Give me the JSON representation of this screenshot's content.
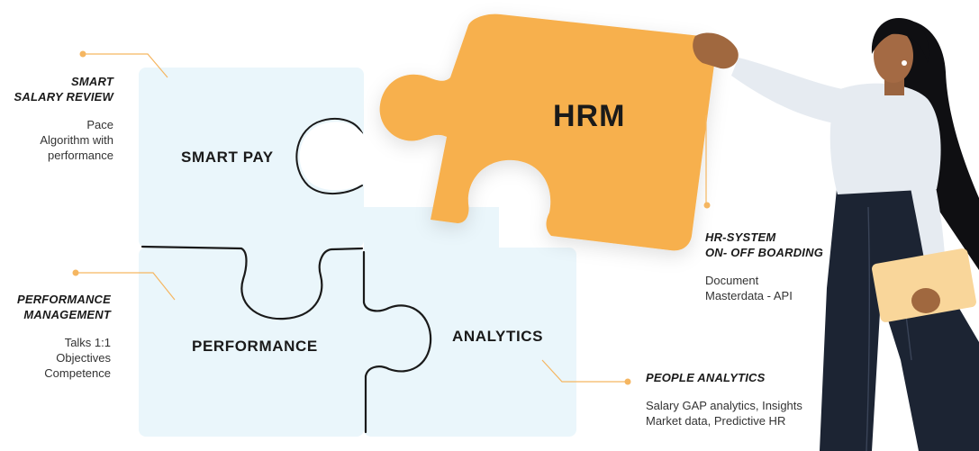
{
  "pieces": {
    "smart_pay": "SMART PAY",
    "performance": "PERFORMANCE",
    "analytics": "ANALYTICS",
    "hrm": "HRM"
  },
  "callouts": {
    "salary_review": {
      "heading_line1": "SMART",
      "heading_line2": "SALARY REVIEW",
      "body_line1": "Pace",
      "body_line2": "Algorithm with",
      "body_line3": "performance"
    },
    "performance_management": {
      "heading_line1": "PERFORMANCE",
      "heading_line2": "MANAGEMENT",
      "body_line1": "Talks 1:1",
      "body_line2": "Objectives",
      "body_line3": "Competence"
    },
    "hr_system": {
      "heading_line1": "HR-SYSTEM",
      "heading_line2": "ON- OFF BOARDING",
      "body_line1": "Document",
      "body_line2": "Masterdata - API"
    },
    "people_analytics": {
      "heading": "PEOPLE ANALYTICS",
      "body_line1": "Salary GAP analytics, Insights",
      "body_line2": "Market data, Predictive HR"
    }
  },
  "colors": {
    "piece_fill": "#eaf6fb",
    "hrm_fill": "#f7b04e",
    "accent_dot": "#f5b661",
    "outline": "#1a1a1a"
  }
}
